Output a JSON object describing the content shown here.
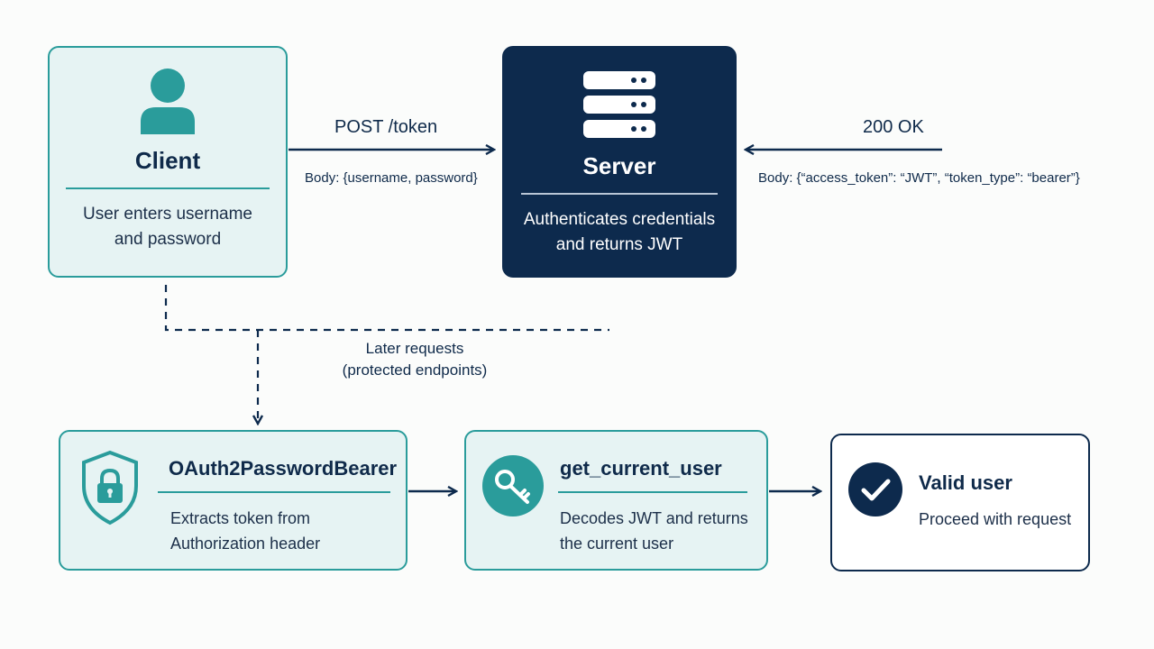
{
  "client": {
    "icon": "user-icon",
    "title": "Client",
    "desc_line1": "User enters username",
    "desc_line2": "and password"
  },
  "server": {
    "icon": "server-icon",
    "title": "Server",
    "desc_line1": "Authenticates credentials",
    "desc_line2": "and returns JWT"
  },
  "request": {
    "label": "POST /token",
    "body": "Body: {username, password}"
  },
  "response": {
    "label": "200 OK",
    "body": "Body: {“access_token”: “JWT”, “token_type”: “bearer”}"
  },
  "later": {
    "line1": "Later requests",
    "line2": "(protected endpoints)"
  },
  "bearer": {
    "icon": "lock-shield-icon",
    "title": "OAuth2PasswordBearer",
    "desc_line1": "Extracts token from",
    "desc_line2": "Authorization header"
  },
  "current_user": {
    "icon": "key-icon",
    "title": "get_current_user",
    "desc_line1": "Decodes JWT and returns",
    "desc_line2": "the current user"
  },
  "valid": {
    "icon": "check-circle-icon",
    "title": "Valid user",
    "desc": "Proceed with request"
  },
  "colors": {
    "teal": "#2a9c9b",
    "navy": "#0d2a4d",
    "light_fill": "#e6f3f3"
  }
}
